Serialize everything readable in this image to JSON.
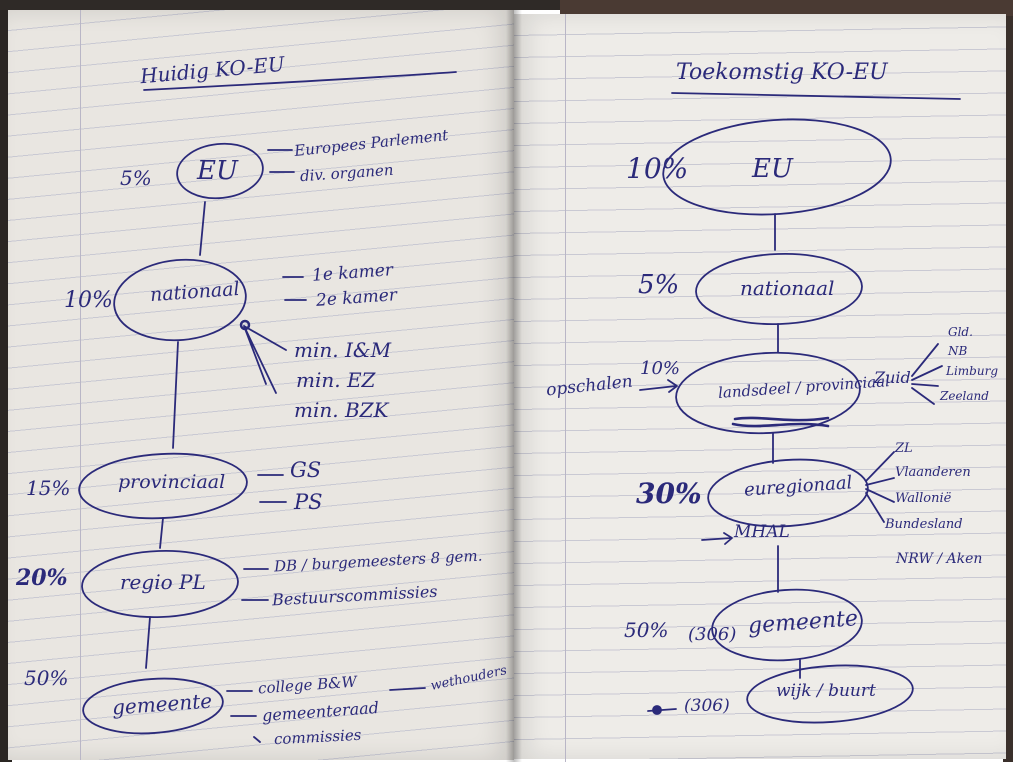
{
  "colors": {
    "ink": "#2b2a7a",
    "paper_left": "#e9e6e1",
    "paper_right": "#eeece8",
    "rule_lines": "#c9c9d3",
    "background": "#ffffff"
  },
  "left_page": {
    "title": "Huidig KO-EU",
    "nodes": {
      "eu": {
        "label": "EU",
        "pct": "5%",
        "notes": [
          "Europees Parlement",
          "div. organen"
        ]
      },
      "nationaal": {
        "label": "nationaal",
        "pct": "10%",
        "notes": [
          "1e kamer",
          "2e kamer"
        ],
        "ministries": [
          "min. I&M",
          "min. EZ",
          "min. BZK"
        ]
      },
      "provinciaal": {
        "label": "provinciaal",
        "pct": "15%",
        "notes": [
          "GS",
          "PS"
        ]
      },
      "regio": {
        "label": "regio PL",
        "pct": "20%",
        "notes": [
          "DB / burgemeesters 8 gem.",
          "Bestuurscommissies"
        ]
      },
      "gemeente": {
        "label": "gemeente",
        "pct": "50%",
        "notes": [
          "college B&W",
          "gemeenteraad",
          "commissies"
        ]
      }
    },
    "side_notes": [
      "wethouders"
    ]
  },
  "right_page": {
    "title": "Toekomstig KO-EU",
    "nodes": {
      "eu": {
        "label": "EU",
        "pct": "10%"
      },
      "nationaal": {
        "label": "nationaal",
        "pct": "5%"
      },
      "landsdeel": {
        "label": "landsdeel / provinciaal",
        "pct": "10%",
        "arrow_label": "opschalen",
        "branch": "Zuid",
        "notes": [
          "Gld.",
          "NB",
          "Limburg",
          "Zeeland"
        ]
      },
      "euregionaal": {
        "label": "euregionaal",
        "pct": "30%",
        "notes": [
          "ZL",
          "Vlaanderen",
          "Wallonië",
          "Bundesland",
          "NRW / Aken"
        ],
        "below": "MHAL"
      },
      "gemeente": {
        "label": "gemeente",
        "pct": "50%",
        "count": "(306)"
      },
      "wijk": {
        "label": "wijk / buurt",
        "count": "(306)"
      }
    }
  }
}
